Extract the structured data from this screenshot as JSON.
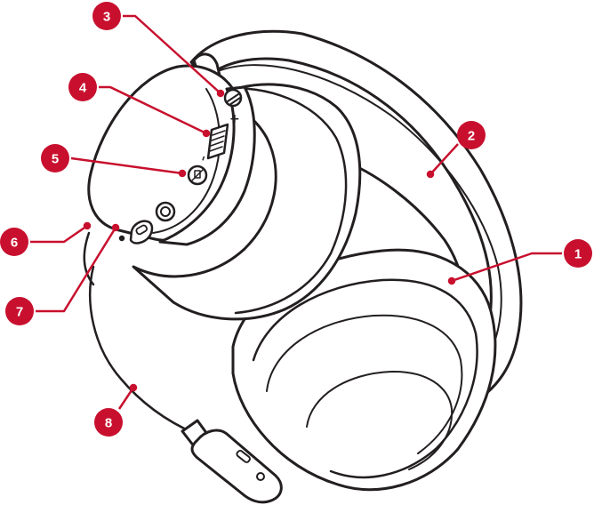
{
  "colors": {
    "callout": "#c8102e",
    "line": "#231f20",
    "fill": "#ffffff"
  },
  "callouts": [
    {
      "number": "1",
      "part": "ear-cushion"
    },
    {
      "number": "2",
      "part": "headband"
    },
    {
      "number": "3",
      "part": "power-button"
    },
    {
      "number": "4",
      "part": "volume-rocker"
    },
    {
      "number": "5",
      "part": "mute-button"
    },
    {
      "number": "6",
      "part": "status-led"
    },
    {
      "number": "7",
      "part": "charging-port"
    },
    {
      "number": "8",
      "part": "usb-dongle"
    }
  ],
  "symbols": {
    "volume_up": "+",
    "volume_down": "–"
  }
}
